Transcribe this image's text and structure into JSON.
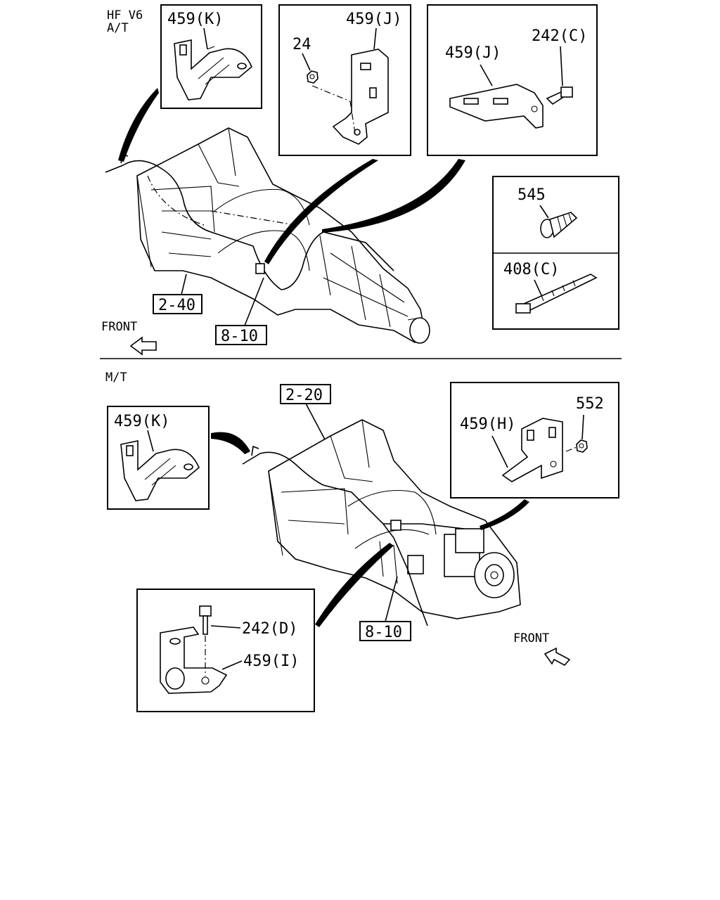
{
  "top_section": {
    "header_line1": "HF V6",
    "header_line2": "A/T",
    "front_label": "FRONT",
    "callouts": {
      "k": "459(K)",
      "j_left": "459(J)",
      "nut": "24",
      "j_right": "459(J)",
      "bolt": "242(C)",
      "clip": "545",
      "tie": "408(C)",
      "ref_trans": "2-40",
      "ref_harness": "8-10"
    }
  },
  "bottom_section": {
    "header": "M/T",
    "front_label": "FRONT",
    "callouts": {
      "k": "459(K)",
      "ref_trans": "2-20",
      "h": "459(H)",
      "nut": "552",
      "bolt": "242(D)",
      "i": "459(I)",
      "ref_harness": "8-10"
    }
  }
}
